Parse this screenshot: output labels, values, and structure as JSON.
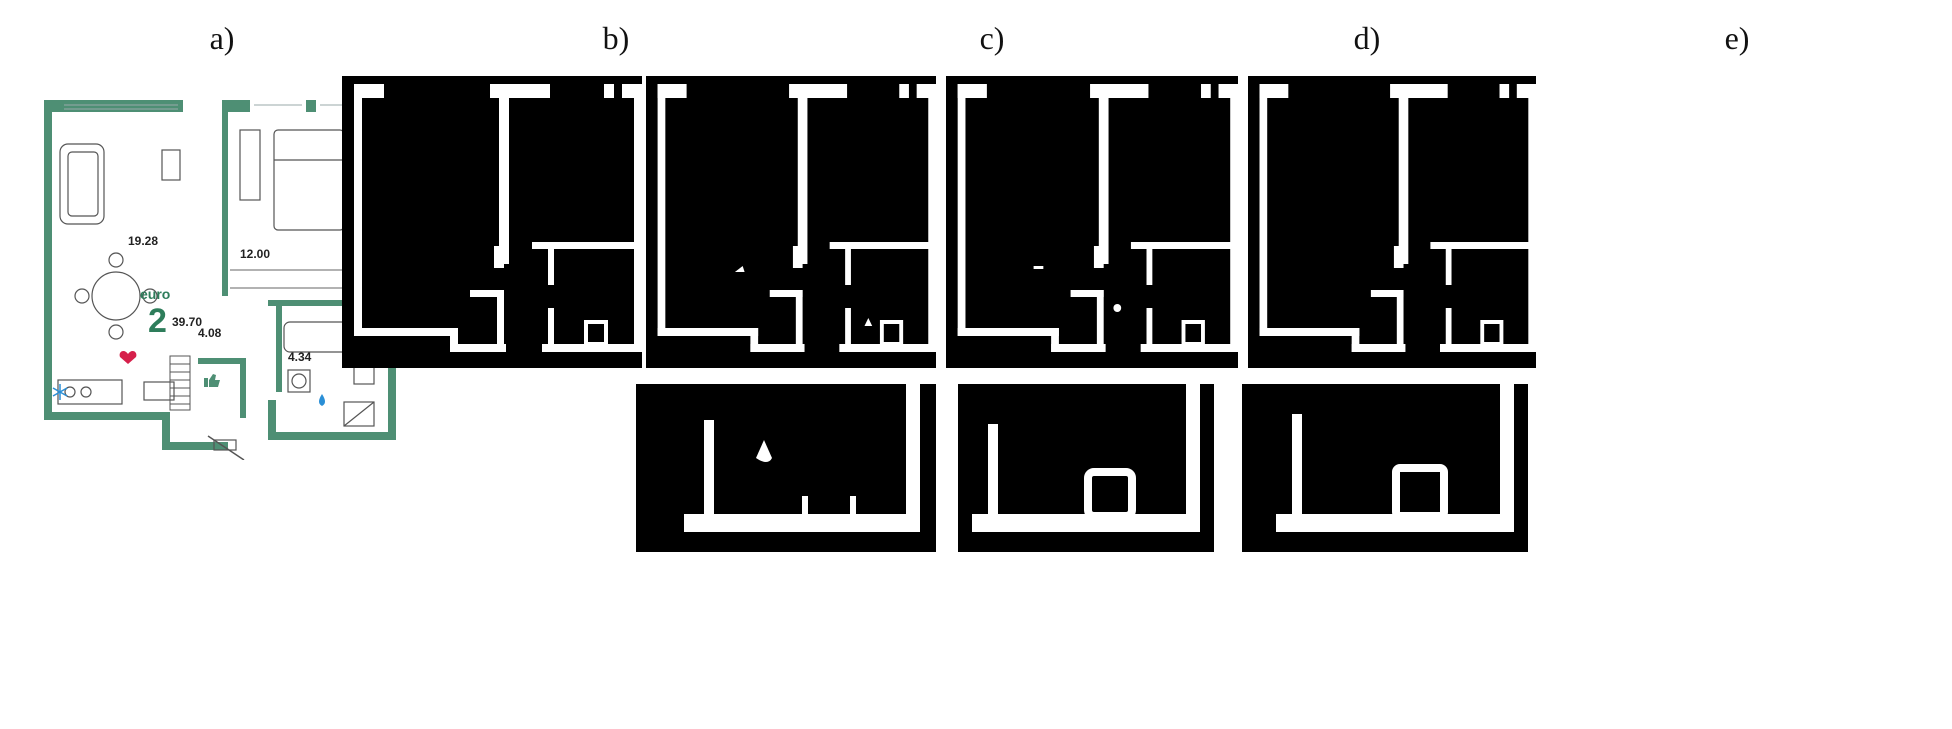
{
  "panel_labels": {
    "a": "a)",
    "b": "b)",
    "c": "c)",
    "d": "d)",
    "e": "e)"
  },
  "floor_plan": {
    "brand": "euro",
    "room_count": "2",
    "total_area": "39.70",
    "rooms": {
      "living_kitchen": "19.28",
      "bedroom": "12.00",
      "hallway": "4.08",
      "bathroom": "4.34"
    },
    "colors": {
      "wall": "#4e8f74",
      "brand": "#2e7d5b",
      "heart": "#d6204b",
      "drop": "#2a8fd6",
      "mask_background": "#000000",
      "mask_wall": "#ffffff"
    }
  },
  "icons": [
    "heart-icon",
    "snowflake-icon",
    "thumbs-up-icon",
    "water-drop-icon"
  ]
}
